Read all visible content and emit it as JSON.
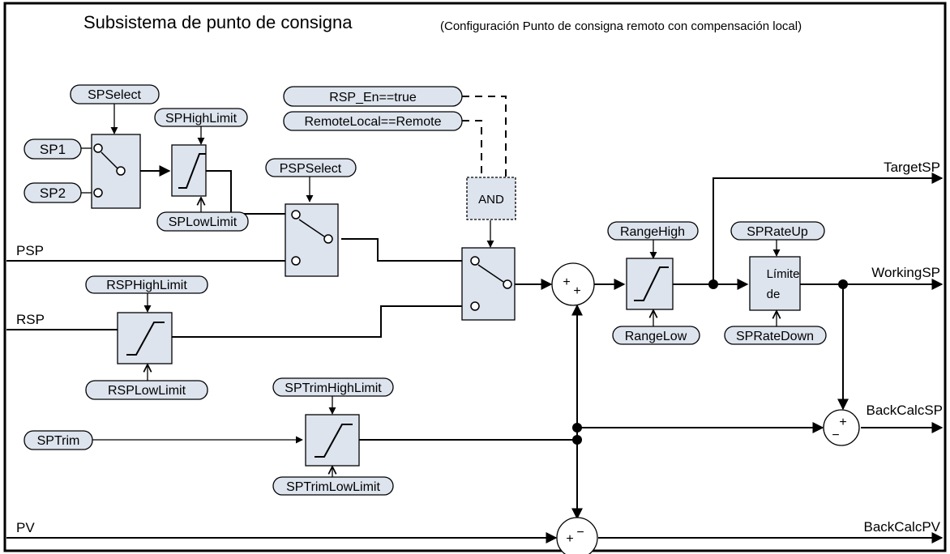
{
  "title": "Subsistema de punto de consigna",
  "subtitle": "(Configuración Punto de consigna remoto con compensación local)",
  "tags": {
    "sp_select": "SPSelect",
    "sp1": "SP1",
    "sp2": "SP2",
    "sp_high_limit": "SPHighLimit",
    "sp_low_limit": "SPLowLimit",
    "psp_select": "PSPSelect",
    "rsp_en": "RSP_En==true",
    "remote_local": "RemoteLocal==Remote",
    "rsp_high_limit": "RSPHighLimit",
    "rsp_low_limit": "RSPLowLimit",
    "sp_trim": "SPTrim",
    "sp_trim_high_limit": "SPTrimHighLimit",
    "sp_trim_low_limit": "SPTrimLowLimit",
    "range_high": "RangeHigh",
    "range_low": "RangeLow",
    "sp_rate_up": "SPRateUp",
    "sp_rate_down": "SPRateDown"
  },
  "blocks": {
    "and_gate": "AND",
    "rate_limit_line1": "Límite",
    "rate_limit_line2": "de"
  },
  "signals": {
    "psp": "PSP",
    "rsp": "RSP",
    "pv": "PV",
    "target_sp": "TargetSP",
    "working_sp": "WorkingSP",
    "back_calc_sp": "BackCalcSP",
    "back_calc_pv": "BackCalcPV"
  },
  "signs": {
    "plus": "+",
    "minus": "−"
  }
}
